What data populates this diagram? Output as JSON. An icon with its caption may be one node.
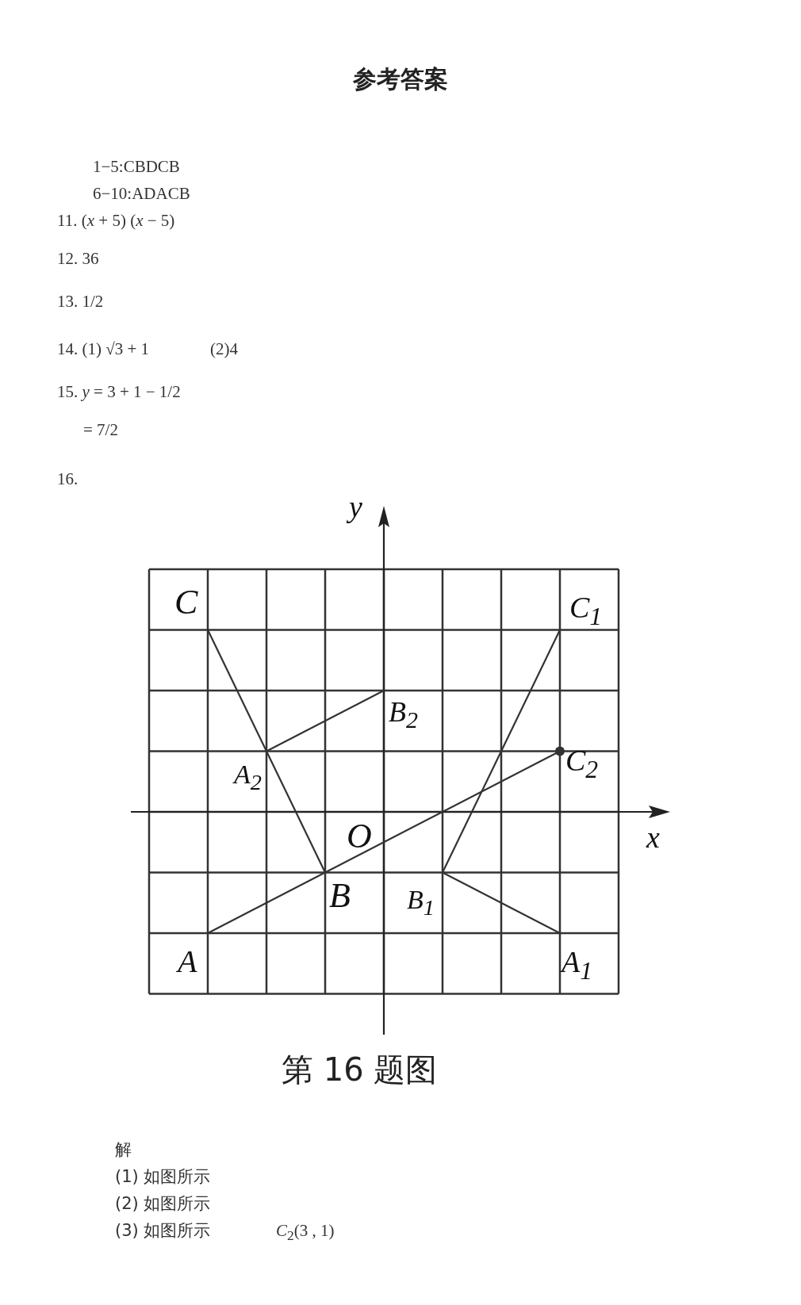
{
  "diagram": {
    "title": "参考答案",
    "caption": "第 16 题图",
    "labels": [
      "1−5:CBDCB",
      "6−10:ADACB",
      "11. (*x* + 5) (*x* − 5)",
      "12.  36",
      "13.  1/2",
      "14.  (1) √3 + 1",
      "(2)4",
      "15.  *y* = 3 + 1 − 1/2",
      "= 7/2",
      "16.",
      "y",
      "C",
      "C$_{1}$",
      "B$_{2}$",
      "A$_{2}$",
      "C$_{2}$",
      "O",
      "x",
      "B",
      "B$_{1}$",
      "A",
      "A$_{1}$",
      "解",
      "(1) 如图所示",
      "(2) 如图所示",
      "(3) 如图所示",
      "*C*$_{2}$(3 , 1)"
    ]
  }
}
